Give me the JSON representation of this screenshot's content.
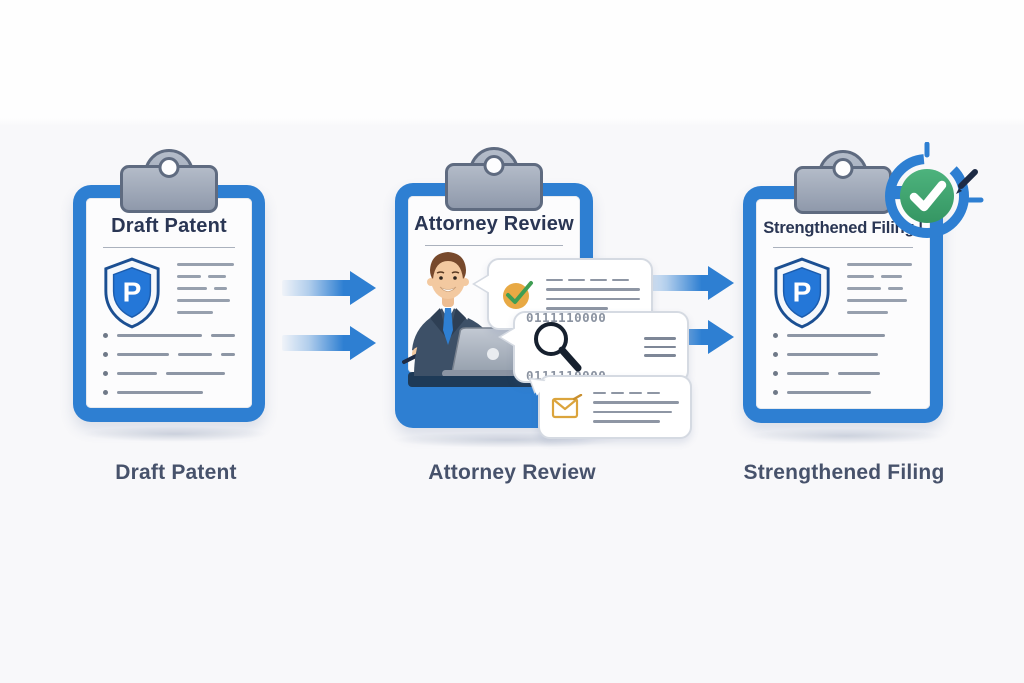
{
  "diagram": {
    "type": "three-step-process-flow",
    "subject": "patent filing workflow"
  },
  "stages": [
    {
      "card_title": "Draft Patent",
      "label": "Draft Patent",
      "shield_letter": "P"
    },
    {
      "card_title": "Attorney Review",
      "label": "Attorney Review"
    },
    {
      "card_title": "Strengthened Filing",
      "title_cursor": "|",
      "label": "Strengthened Filing",
      "shield_letter": "P"
    }
  ],
  "attorney_bubbles": {
    "binary_line_1": "0111110000",
    "binary_line_2": "0111110000"
  },
  "icons": {
    "clip": "clipboard-clip",
    "shield": "shield-with-letter-p",
    "gold_check": "gold-circle-green-check",
    "magnifier": "magnifying-glass-over-binary",
    "envelope": "gold-envelope",
    "badge": "green-check-approval-stamp",
    "pen": "pen",
    "arrow": "right-arrow"
  },
  "colors": {
    "clipboard_blue": "#2e7fd2",
    "clip_gray": "#9aa4b4",
    "paper": "#fcfcfd",
    "title_navy": "#2a3654",
    "label_slate": "#47526b",
    "arrow_blue": "#2e7fd2",
    "shield_blue": "#2477d8",
    "badge_green": "#3fa36f",
    "accent_gold": "#e2a53f",
    "line_gray": "#97a0ae",
    "desk_navy": "#1e3a57",
    "background": "#f8f8fa"
  }
}
